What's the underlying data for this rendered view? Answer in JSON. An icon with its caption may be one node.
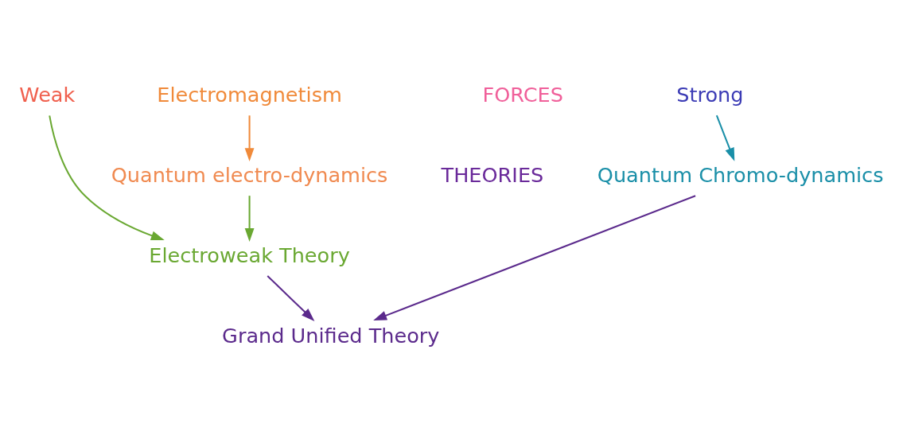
{
  "diagram": {
    "nodes": [
      {
        "text": [
          "Strong"
        ]
      },
      {
        "text": [
          "Weak"
        ]
      },
      {
        "text": [
          "Electromagnetism"
        ]
      },
      {
        "text": [
          "Quantum Chromo-dynamics"
        ]
      },
      {
        "text": [
          "Quantum electro-dynamics"
        ]
      },
      {
        "text": [
          "Electroweak Theory"
        ]
      },
      {
        "text": [
          "Grand Unified Theory"
        ]
      }
    ],
    "edges": [
      {
        "from": 0,
        "to": 3,
        "arrow": "to",
        "color": "#1a8fa8"
      },
      {
        "from": 2,
        "to": 4,
        "arrow": "to",
        "color": "#f08a3a"
      },
      {
        "from": 1,
        "to": 5,
        "arrow": "to",
        "color": "#6aa832"
      },
      {
        "from": 4,
        "to": 5,
        "arrow": "to",
        "color": "#6aa832"
      },
      {
        "from": 3,
        "to": 6,
        "arrow": "to",
        "color": "#5b2a8c"
      },
      {
        "from": 5,
        "to": 6,
        "arrow": "to",
        "color": "#5b2a8c"
      }
    ],
    "labels": [
      "FORCES",
      "THEORIES"
    ]
  }
}
